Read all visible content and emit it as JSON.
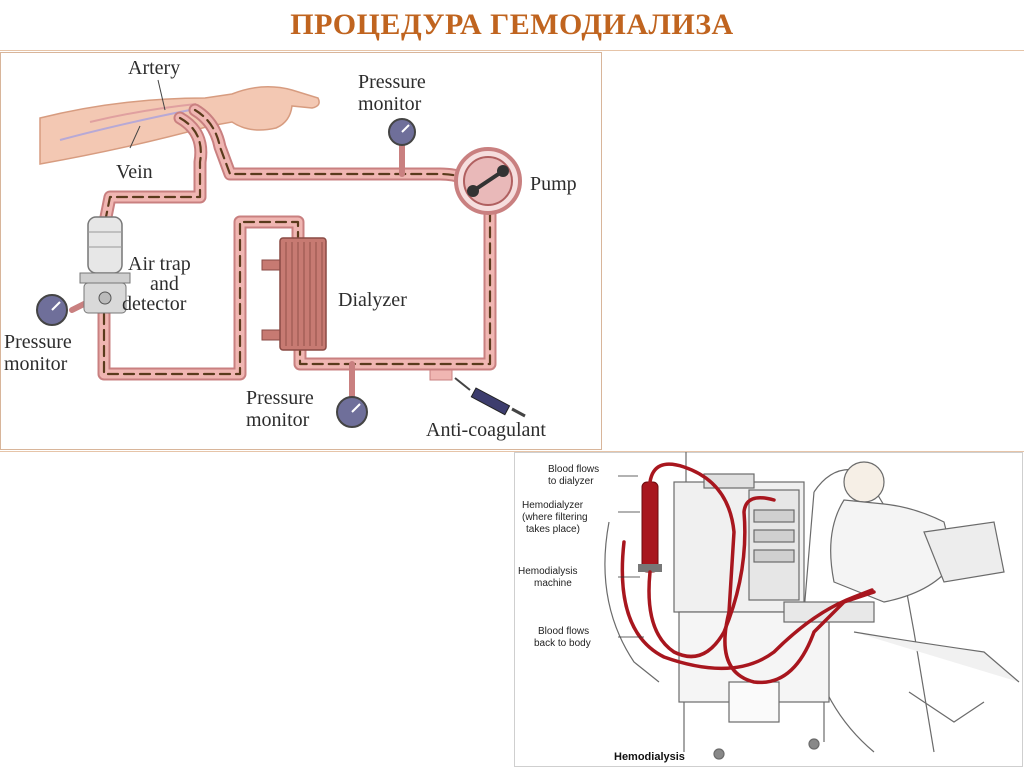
{
  "slide": {
    "title": "ПРОЦЕДУРА ГЕМОДИАЛИЗА"
  },
  "schematic": {
    "labels": {
      "artery": "Artery",
      "vein": "Vein",
      "pressure_monitor_top_1": "Pressure",
      "pressure_monitor_top_2": "monitor",
      "pump": "Pump",
      "air_trap_1": "Air trap",
      "air_trap_2": "and",
      "air_trap_3": "detector",
      "dialyzer": "Dialyzer",
      "pressure_monitor_left_1": "Pressure",
      "pressure_monitor_left_2": "monitor",
      "pressure_monitor_bottom_1": "Pressure",
      "pressure_monitor_bottom_2": "monitor",
      "anticoagulant": "Anti-coagulant"
    },
    "colors": {
      "tube": "#e9a9a9",
      "tube_edge": "#c98080",
      "dashes": "#5a3b1c",
      "dialyzer": "#c77a72"
    }
  },
  "illustration": {
    "labels": {
      "blood_to_dialyzer_1": "Blood flows",
      "blood_to_dialyzer_2": "to dialyzer",
      "hemodialyzer_1": "Hemodialyzer",
      "hemodialyzer_2": "(where filtering",
      "hemodialyzer_3": "takes place)",
      "machine_1": "Hemodialysis",
      "machine_2": "machine",
      "blood_back_1": "Blood flows",
      "blood_back_2": "back to body",
      "caption": "Hemodialysis"
    },
    "colors": {
      "blood": "#a8161e",
      "sketch": "#6b6b6b"
    }
  }
}
